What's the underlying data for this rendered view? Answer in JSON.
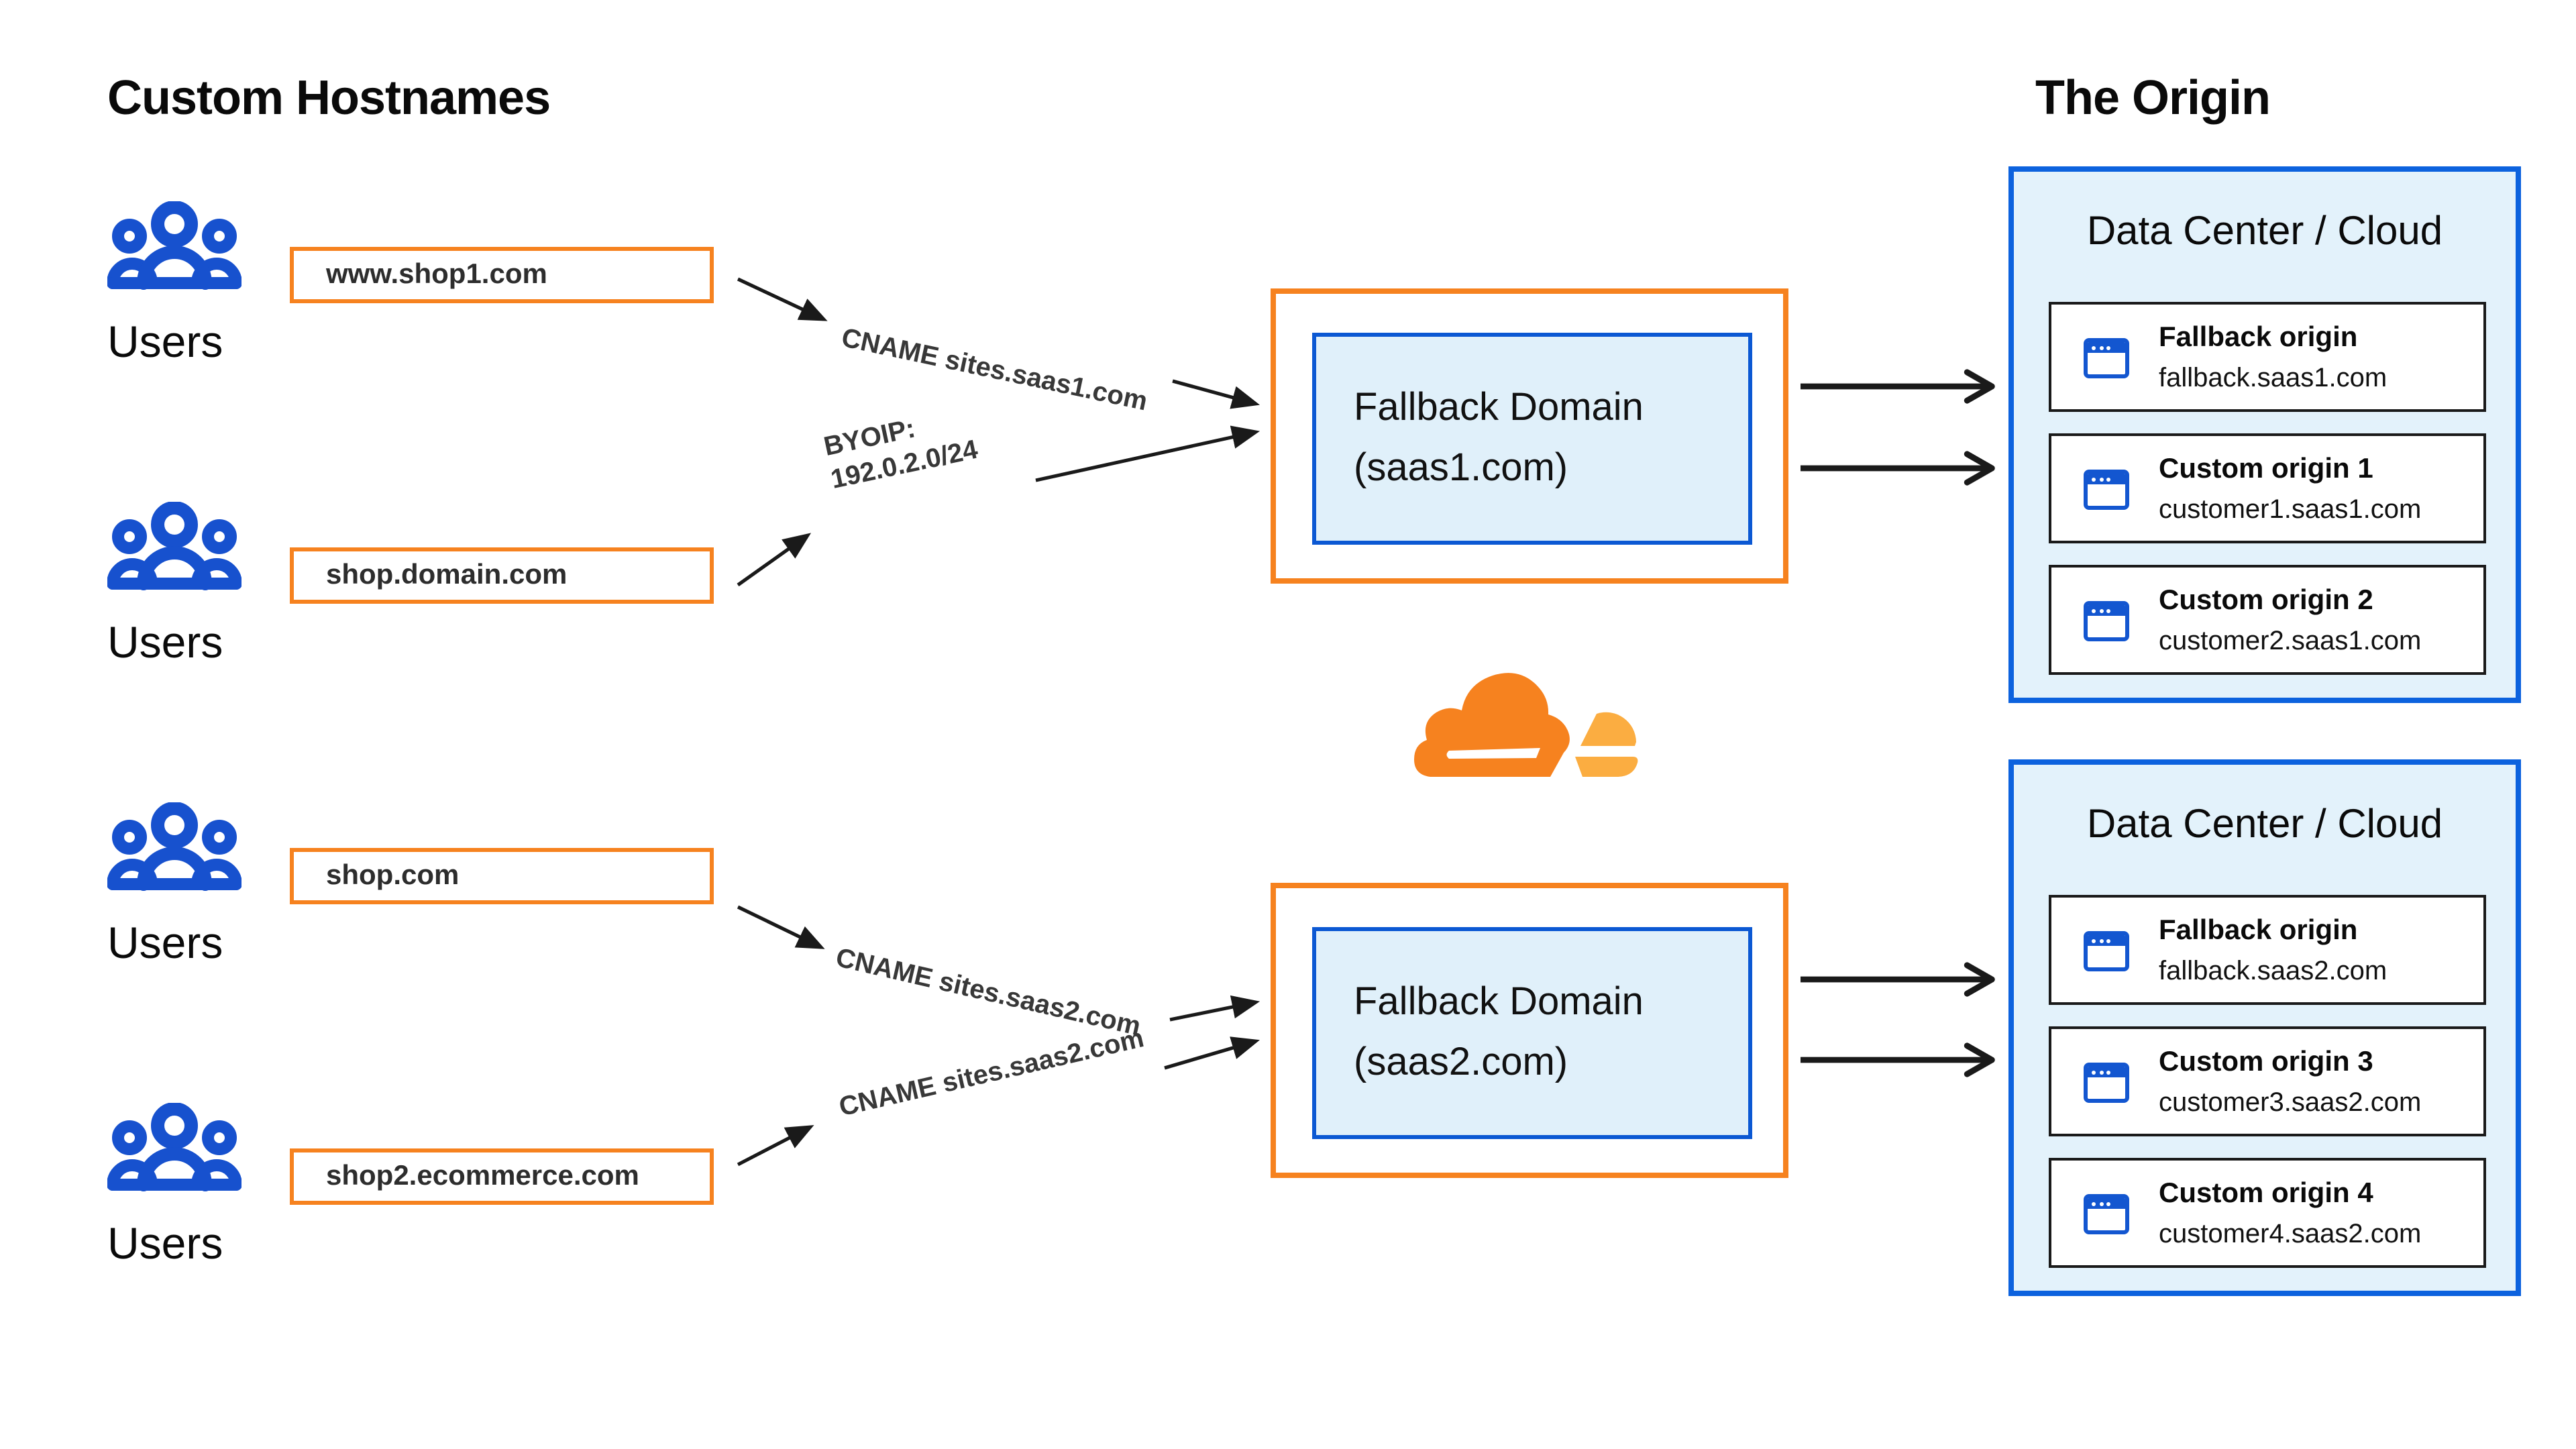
{
  "titles": {
    "left": "Custom Hostnames",
    "right": "The Origin"
  },
  "users": {
    "label": "Users"
  },
  "hostnames": [
    "www.shop1.com",
    "shop.domain.com",
    "shop.com",
    "shop2.ecommerce.com"
  ],
  "edge_labels": {
    "cname1": "CNAME sites.saas1.com",
    "byoip_line1": "BYOIP:",
    "byoip_line2": "192.0.2.0/24",
    "cname2a": "CNAME sites.saas2.com",
    "cname2b": "CNAME sites.saas2.com"
  },
  "fallback_domains": [
    {
      "line1": "Fallback Domain",
      "line2": "(saas1.com)"
    },
    {
      "line1": "Fallback Domain",
      "line2": "(saas2.com)"
    }
  ],
  "datacenters": [
    {
      "title": "Data Center / Cloud",
      "cards": [
        {
          "name": "Fallback origin",
          "host": "fallback.saas1.com"
        },
        {
          "name": "Custom origin 1",
          "host": "customer1.saas1.com"
        },
        {
          "name": "Custom origin 2",
          "host": "customer2.saas1.com"
        }
      ]
    },
    {
      "title": "Data Center / Cloud",
      "cards": [
        {
          "name": "Fallback origin",
          "host": "fallback.saas2.com"
        },
        {
          "name": "Custom origin 3",
          "host": "customer3.saas2.com"
        },
        {
          "name": "Custom origin 4",
          "host": "customer4.saas2.com"
        }
      ]
    }
  ],
  "icons": {
    "users": "users-group-icon",
    "origin_card": "browser-window-icon",
    "logo": "cloudflare-cloud-logo"
  },
  "colors": {
    "orange": "#F6821F",
    "orange_light": "#FBAD41",
    "blue_dc_border": "#0C62DE",
    "blue_inner_border": "#0B58D3",
    "blue_icon": "#1751CE",
    "light_blue_bg": "#E3F2FB",
    "arrow": "#1a1a1a"
  }
}
